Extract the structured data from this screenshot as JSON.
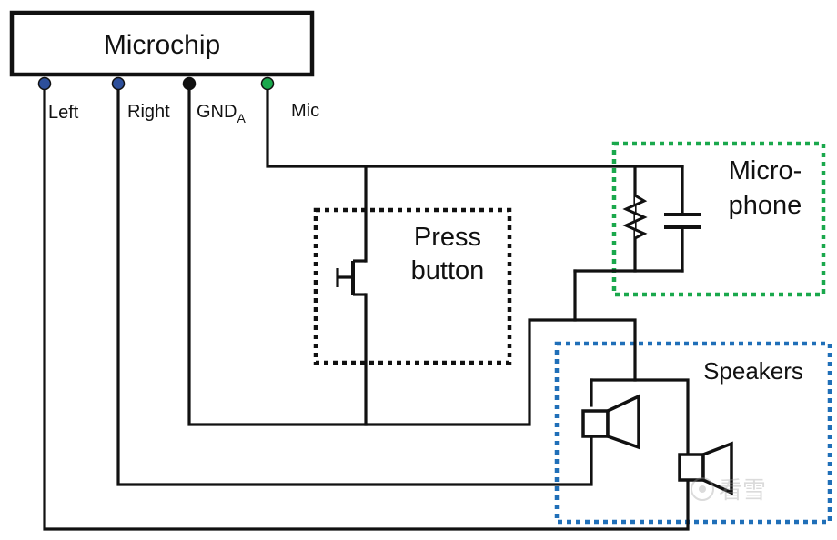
{
  "microchip": {
    "label": "Microchip"
  },
  "pins": {
    "left": {
      "label": "Left",
      "color": "#2d4f9b"
    },
    "right": {
      "label": "Right",
      "color": "#2d4f9b"
    },
    "gnd": {
      "label": "GND",
      "subscript": "A",
      "color": "#111111"
    },
    "mic": {
      "label": "Mic",
      "color": "#1aa84c"
    }
  },
  "groups": {
    "press_button": {
      "line1": "Press",
      "line2": "button",
      "border_color": "#111111"
    },
    "microphone": {
      "line1": "Micro-",
      "line2": "phone",
      "border_color": "#1aa84c"
    },
    "speakers": {
      "label": "Speakers",
      "border_color": "#1f6fb8"
    }
  },
  "watermark": {
    "text": "看雪"
  }
}
